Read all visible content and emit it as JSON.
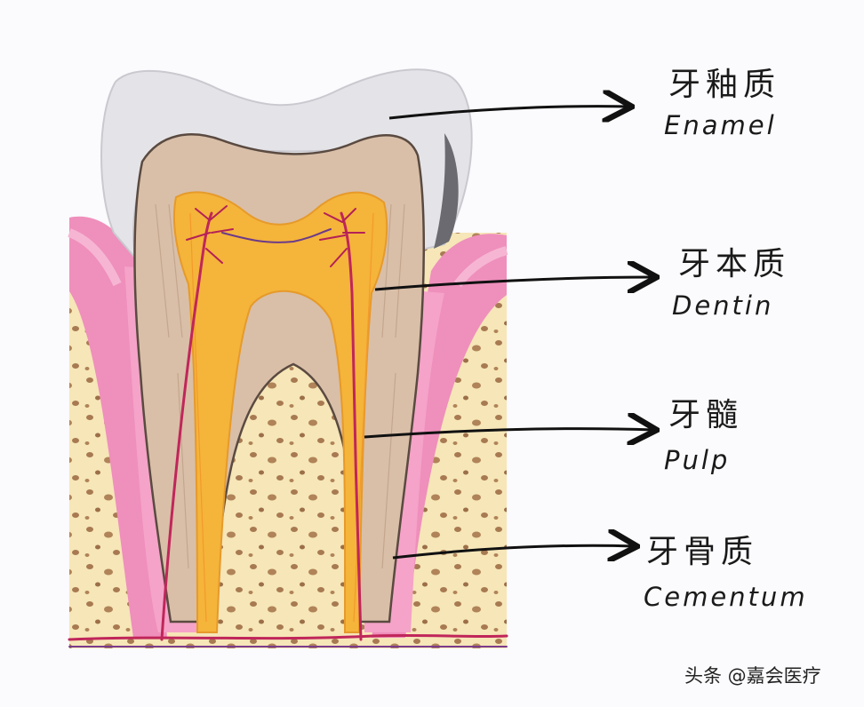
{
  "labels": [
    {
      "id": "enamel",
      "cn": "牙釉质",
      "en": "Enamel"
    },
    {
      "id": "dentin",
      "cn": "牙本质",
      "en": "Dentin"
    },
    {
      "id": "pulp",
      "cn": "牙髓",
      "en": "Pulp"
    },
    {
      "id": "cementum",
      "cn": "牙骨质",
      "en": "Cementum"
    }
  ],
  "watermark": "头条 @嘉会医疗",
  "colors": {
    "enamel": "#e4e4e8",
    "dentin": "#d9bfa8",
    "pulp": "#f5b43a",
    "gum": "#ef8fbc",
    "bone": "#f6e6b8",
    "bone_spots": "#a87a52",
    "vessels": "#c0265a",
    "arrow": "#111111"
  }
}
